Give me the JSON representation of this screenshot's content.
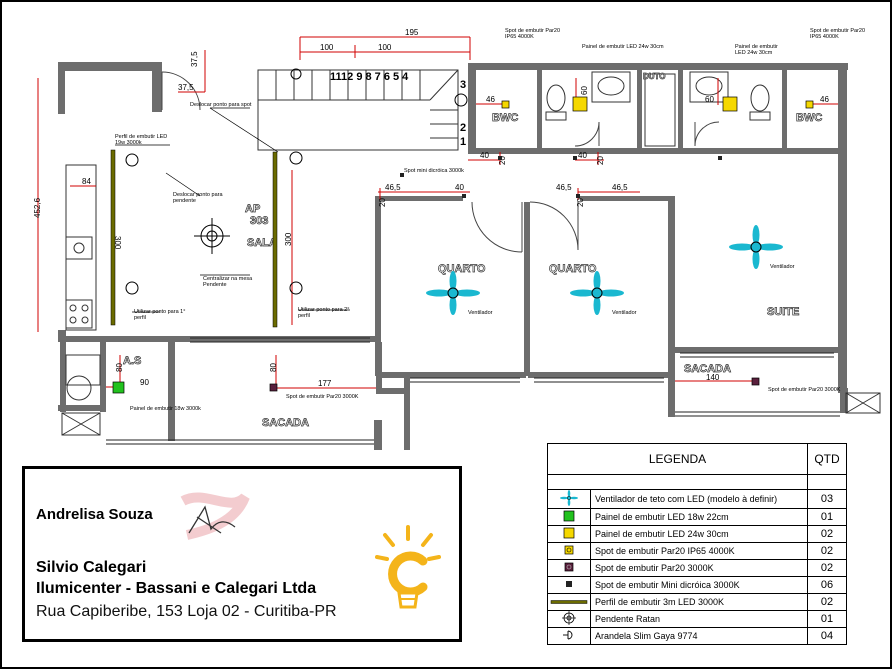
{
  "dimensions": {
    "d195": "195",
    "d100a": "100",
    "d100b": "100",
    "d37_5v": "37,5",
    "d37_5h": "37,5",
    "d452_6": "452,6",
    "d84": "84",
    "d300a": "300",
    "d300b": "300",
    "d40a": "40",
    "d40b": "40",
    "d40c": "40",
    "d20a": "20",
    "d20b": "20",
    "d20c": "20",
    "d20d": "20",
    "d46_5a": "46,5",
    "d46_5b": "46,5",
    "d46a": "46",
    "d46b": "46",
    "d60a": "60",
    "d60b": "60",
    "d80a": "80",
    "d80b": "80",
    "d90": "90",
    "d177": "177",
    "d140": "140",
    "stairs": "1112 9 8 7 6 5 4",
    "s3": "3",
    "s2": "2",
    "s1": "1"
  },
  "rooms": {
    "bwc_left": "BWC",
    "bwc_right": "BWC",
    "duto": "DUTO",
    "ap303": "AP\n303",
    "sala": "SALA",
    "quarto1": "QUARTO",
    "quarto2": "QUARTO",
    "suite": "SUITE",
    "as": "A.S",
    "sacada1": "SACADA",
    "sacada2": "SACADA"
  },
  "annotations": {
    "spot_ip65_l1": "Spot de embutir Par20",
    "spot_ip65_l2": "IP65 4000K",
    "painel24_l": "Painel de embutir LED 24w 30cm",
    "painel24_r1": "Painel de embutir",
    "painel24_r2": "LED 24w 30cm",
    "spot_ip65_r1": "Spot de embutir Par20",
    "spot_ip65_r2": "IP65 4000K",
    "desloc_spot": "Deslocar ponto para spot",
    "perfil1_l1": "Perfil de embutir LED",
    "perfil1_l2": "19w 3000k",
    "desloc_pend1": "Deslocar ponto para",
    "desloc_pend2": "pendente",
    "centralizar1": "Centralizar na mesa",
    "centralizar2": "Pendente",
    "util1_l1": "Utilizar ponto para 1°",
    "util1_l2": "perfil",
    "util2_l1": "Utilizar ponto para 2°",
    "util2_l2": "perfil",
    "spot_mini": "Spot mini dicróica 3000k",
    "vent_q1": "Ventilador",
    "vent_q2": "Ventilador",
    "vent_suite": "Ventilador",
    "painel18": "Painel de embutir 18w 3000k",
    "spot_par20_sala": "Spot de embutir Par20 3000K",
    "spot_par20_suite": "Spot de embutir Par20 3000K"
  },
  "titleblock": {
    "designer": "Andrelisa Souza",
    "name": "Silvio Calegari",
    "company": "Ilumicenter  - Bassani e Calegari Ltda",
    "address": "Rua Capiberibe, 153 Loja 02 - Curitiba-PR"
  },
  "legend": {
    "title": "LEGENDA",
    "qty_header": "QTD",
    "rows": [
      {
        "label": "Ventilador de teto com LED (modelo à definir)",
        "qty": "03",
        "icon": "fan-icon"
      },
      {
        "label": "Painel de embutir LED 18w 22cm",
        "qty": "01",
        "icon": "green-panel-icon"
      },
      {
        "label": "Painel de embutir LED 24w 30cm",
        "qty": "02",
        "icon": "yellow-panel-icon"
      },
      {
        "label": "Spot de embutir Par20 IP65 4000K",
        "qty": "02",
        "icon": "spot-ip65-icon"
      },
      {
        "label": "Spot de embutir Par20 3000K",
        "qty": "02",
        "icon": "spot-par20-icon"
      },
      {
        "label": "Spot de embutir Mini dicróica 3000K",
        "qty": "06",
        "icon": "spot-mini-icon"
      },
      {
        "label": "Perfil de embutir 3m LED 3000K",
        "qty": "02",
        "icon": "led-profile-icon"
      },
      {
        "label": "Pendente Ratan",
        "qty": "01",
        "icon": "pendant-icon"
      },
      {
        "label": "Arandela Slim Gaya 9774",
        "qty": "04",
        "icon": "wall-sconce-icon"
      }
    ]
  },
  "colors": {
    "dim_red": "#d00000",
    "fan_cyan": "#1ab8d0",
    "panel_green": "#22c21e",
    "panel_yellow": "#f5d800",
    "profile_olive": "#6b6b00",
    "logo_yellow": "#f4b41a"
  }
}
